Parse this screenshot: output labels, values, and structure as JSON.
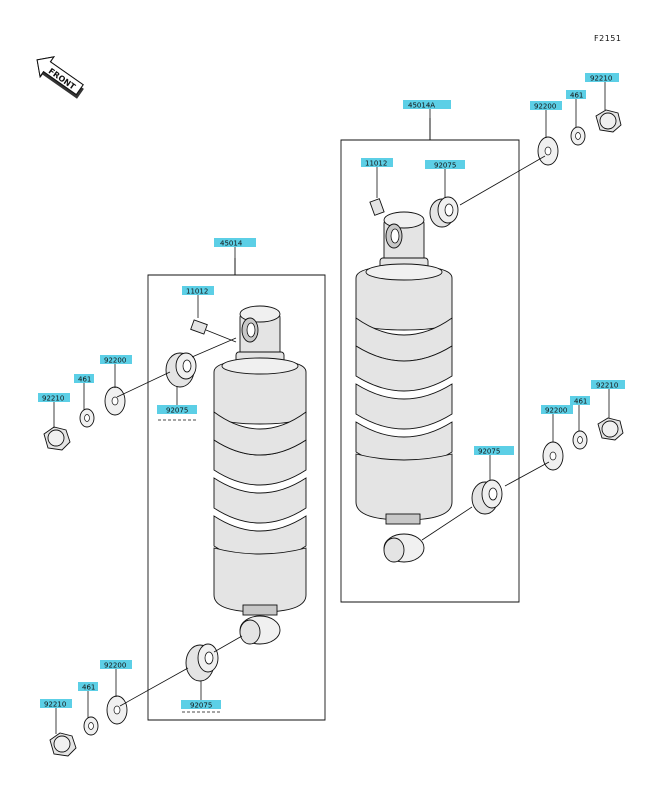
{
  "figure_code": "F2151",
  "front_badge": "FRONT",
  "assemblies": {
    "left": "45014",
    "right": "45014A"
  },
  "callouts": {
    "left_top_bolt": "11012",
    "left_top_washer_big": "92200",
    "left_top_washer_small": "461",
    "left_top_nut": "92210",
    "left_top_bushing": "92075",
    "left_bot_washer_big": "92200",
    "left_bot_washer_small": "461",
    "left_bot_nut": "92210",
    "left_bot_bushing": "92075",
    "right_top_bolt": "11012",
    "right_top_bushing": "92075",
    "right_top_washer_big": "92200",
    "right_top_washer_small": "461",
    "right_top_nut": "92210",
    "right_bot_bushing": "92075",
    "right_bot_washer_big": "92200",
    "right_bot_washer_small": "461",
    "right_bot_nut": "92210"
  }
}
